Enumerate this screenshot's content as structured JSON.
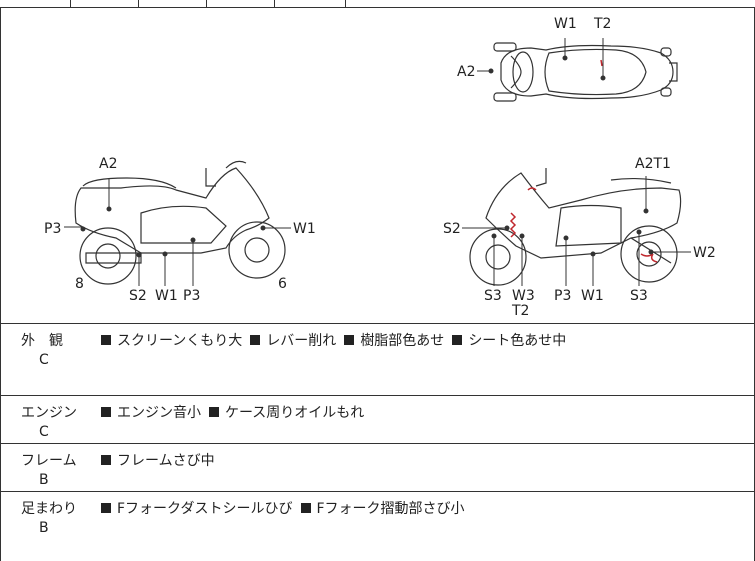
{
  "labels": {
    "top_view": {
      "a2": "A2",
      "w1": "W1",
      "t2": "T2"
    },
    "left_view": {
      "a2": "A2",
      "p3_left": "P3",
      "w1_right": "W1",
      "n8": "8",
      "s2": "S2",
      "w1": "W1",
      "p3": "P3",
      "n6": "6"
    },
    "right_view": {
      "a2t1": "A2T1",
      "s2": "S2",
      "w2": "W2",
      "s3_left": "S3",
      "w3": "W3",
      "t2": "T2",
      "p3": "P3",
      "w1": "W1",
      "s3_right": "S3"
    }
  },
  "sections": [
    {
      "name": "外　観",
      "grade": "C",
      "notes": [
        "スクリーンくもり大",
        "レバー削れ",
        "樹脂部色あせ",
        "シート色あせ中"
      ]
    },
    {
      "name": "エンジン",
      "grade": "C",
      "notes": [
        "エンジン音小",
        "ケース周りオイルもれ"
      ]
    },
    {
      "name": "フレーム",
      "grade": "B",
      "notes": [
        "フレームさび中"
      ]
    },
    {
      "name": "足まわり",
      "grade": "B",
      "notes": [
        "Fフォークダストシールひび",
        "Fフォーク摺動部さび小"
      ]
    }
  ],
  "colors": {
    "line": "#333333",
    "damage": "#c0282e"
  }
}
